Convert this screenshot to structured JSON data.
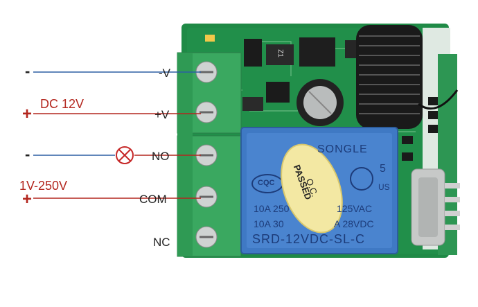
{
  "left_labels": {
    "minus_top": "-",
    "dc_label": "DC 12V",
    "plus_top": "+",
    "minus_mid": "-",
    "voltage_label": "1V-250V",
    "plus_bottom": "+"
  },
  "terminals": {
    "t1": "-V",
    "t2": "+V",
    "t3": "NO",
    "t4": "COM",
    "t5": "NC"
  },
  "relay": {
    "brand": "SONGLE",
    "cert": "CQC",
    "qc_line1": "Q.C.",
    "qc_line2": "PASSED",
    "ul_num": "5",
    "ul_us": "US",
    "rating1_left": "10A 250",
    "rating1_right": "125VAC",
    "rating2_left": "10A 30",
    "rating2_right": "A 28VDC",
    "model": "SRD-12VDC-SL-C"
  },
  "board": {
    "diode_label": "Z1"
  },
  "colors": {
    "pcb_green": "#1f8a46",
    "terminal_green": "#3aa860",
    "relay_blue": "#3f79c4",
    "qc_sticker": "#f3e8a3",
    "wire_blue": "#2b5fa3",
    "wire_red": "#b3261e"
  }
}
